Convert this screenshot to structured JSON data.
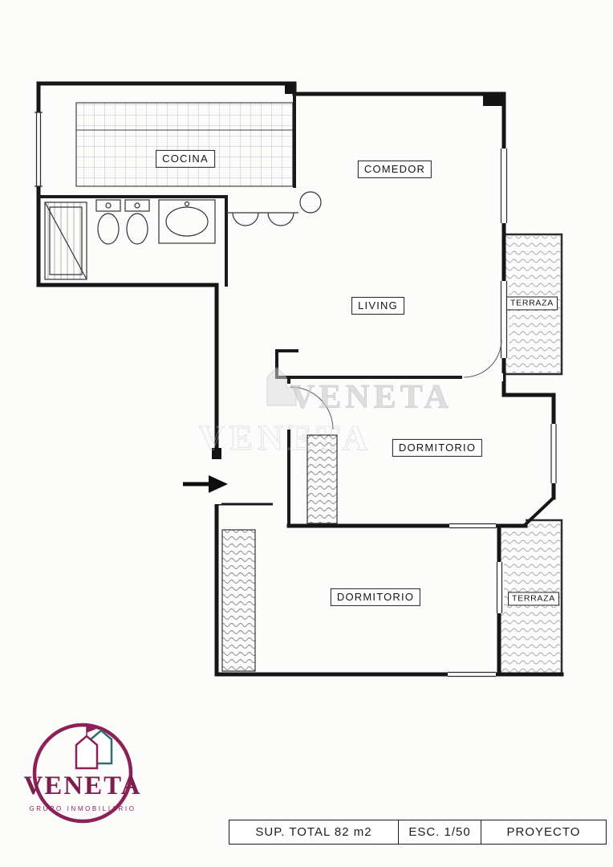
{
  "plan": {
    "rooms": [
      {
        "name": "cocina",
        "label": "COCINA"
      },
      {
        "name": "comedor",
        "label": "COMEDOR"
      },
      {
        "name": "living",
        "label": "LIVING"
      },
      {
        "name": "terraza_top",
        "label": "TERRAZA"
      },
      {
        "name": "dormitorio_1",
        "label": "DORMITORIO"
      },
      {
        "name": "dormitorio_2",
        "label": "DORMITORIO"
      },
      {
        "name": "terraza_bottom",
        "label": "TERRAZA"
      }
    ],
    "watermark_text": "VENETA",
    "icons": {
      "entry_arrow": "arrow-right-icon",
      "logo_mark": "castle-icon"
    }
  },
  "logo": {
    "brand": "VENETA",
    "tagline": "GRUPO INMOBILIARIO"
  },
  "title_block": {
    "total_area": "SUP. TOTAL 82 m2",
    "scale": "ESC. 1/50",
    "project_label": "PROYECTO"
  },
  "colors": {
    "wall": "#161616",
    "logo_primary": "#8d2157",
    "logo_secondary": "#2f6f74",
    "watermark": "#c4c4c4"
  }
}
